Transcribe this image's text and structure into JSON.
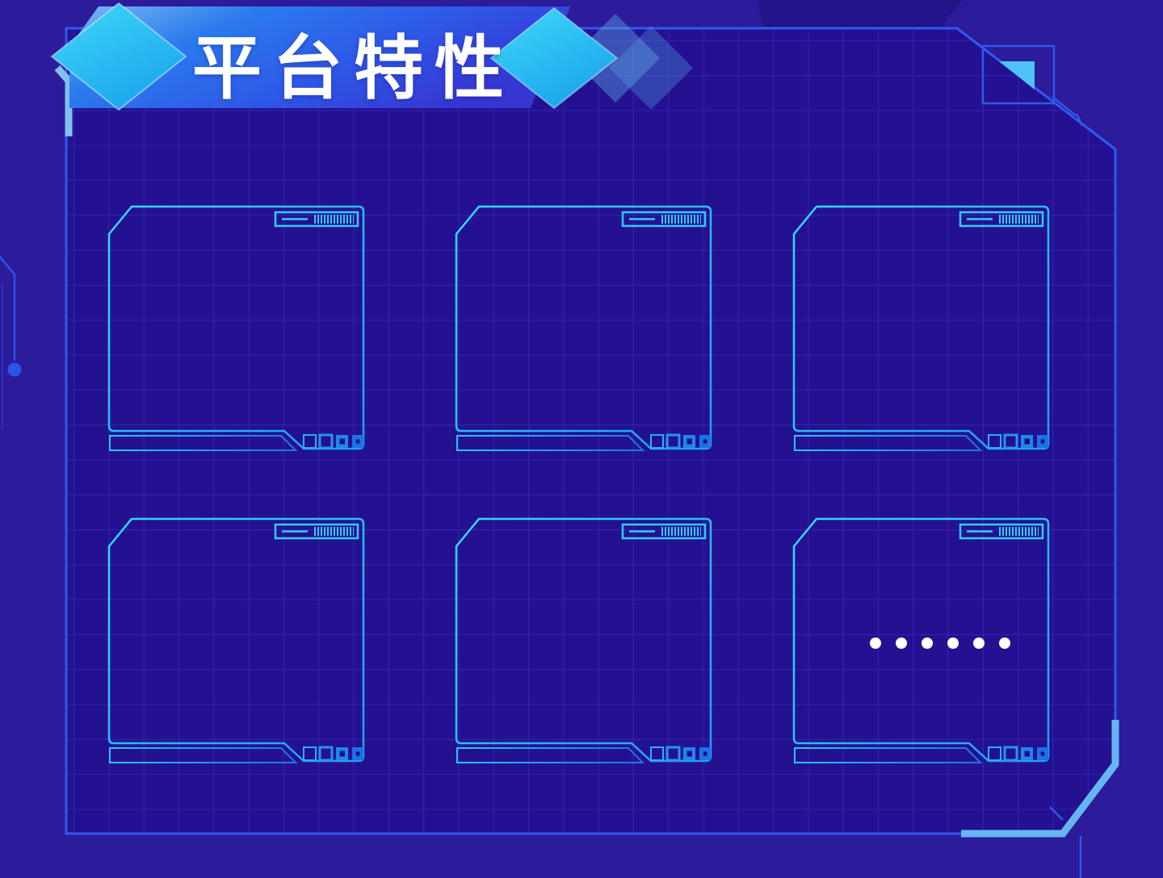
{
  "header": {
    "title": "平台特性",
    "banner_icons": [
      "diamond-large-left",
      "diamond-large-right",
      "diamond-translucent-1",
      "diamond-translucent-2"
    ]
  },
  "cards": [
    {
      "name": "feature-card-1",
      "content": ""
    },
    {
      "name": "feature-card-2",
      "content": ""
    },
    {
      "name": "feature-card-3",
      "content": ""
    },
    {
      "name": "feature-card-4",
      "content": ""
    },
    {
      "name": "feature-card-5",
      "content": ""
    },
    {
      "name": "feature-card-6",
      "content": "······",
      "dots": 6
    }
  ],
  "colors": {
    "background": "#2c1b9a",
    "panel_background": "#241192",
    "grid_line": "#4132cc",
    "panel_border": "#2e5af0",
    "accent_light_blue": "#66b5f3",
    "card_frame_cyan": "#35dcf8",
    "card_frame_blue": "#1f9fee",
    "square_fill_blue": "#1b73e7",
    "triangle_accent": "#4fc3f7",
    "banner_gradient": [
      "#7db9f2",
      "#2a7bee",
      "#3637d2"
    ],
    "diamond_gradient": [
      "#3fd9f7",
      "#1ba6ee"
    ],
    "title_color": "#ffffff",
    "dot_color": "#ffffff"
  }
}
